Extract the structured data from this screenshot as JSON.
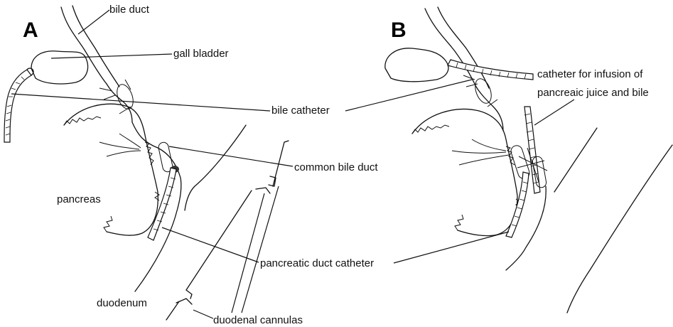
{
  "panels": [
    {
      "id": "A",
      "letter": "A"
    },
    {
      "id": "B",
      "letter": "B"
    }
  ],
  "labels": {
    "bile_duct": "bile duct",
    "gall_bladder": "gall bladder",
    "bile_catheter": "bile catheter",
    "common_bile_duct": "common bile duct",
    "pancreas": "pancreas",
    "pancreatic_duct_catheter": "pancreatic duct catheter",
    "duodenum": "duodenum",
    "duodenal_cannulas": "duodenal cannulas",
    "infusion_catheter_line1": "catheter for infusion of",
    "infusion_catheter_line2": "pancreaic juice and bile"
  }
}
